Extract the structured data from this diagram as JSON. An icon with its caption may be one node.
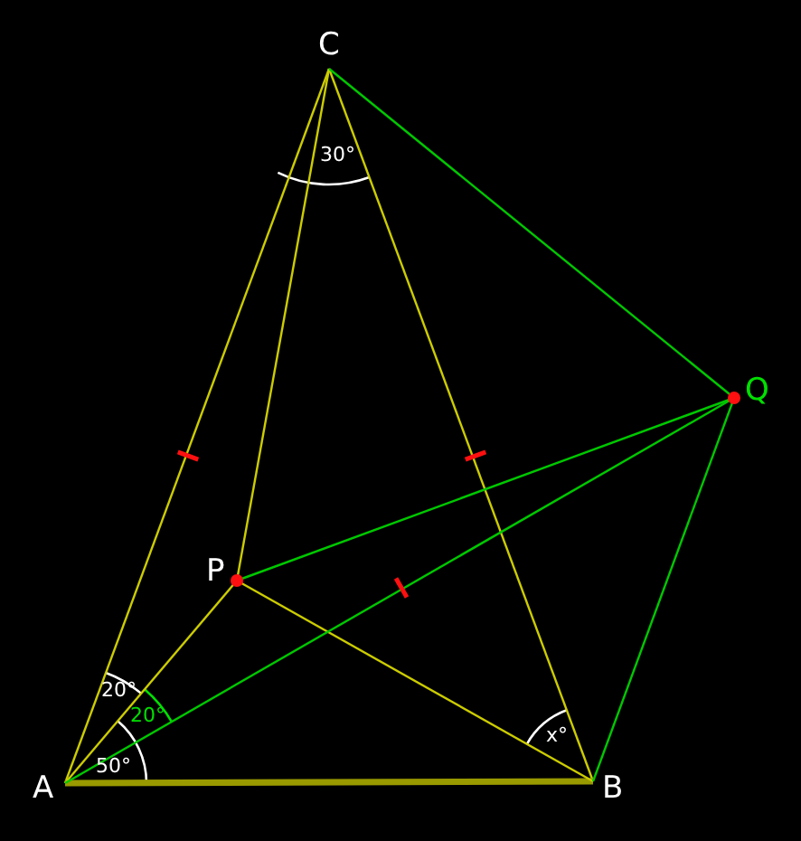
{
  "diagram": {
    "nodes": [
      {
        "text": [
          "A"
        ]
      },
      {
        "text": [
          "B"
        ]
      },
      {
        "text": [
          "C"
        ]
      },
      {
        "text": [
          "P"
        ]
      },
      {
        "text": [
          "Q"
        ]
      }
    ],
    "edges": [
      {
        "from": 0,
        "to": 2,
        "arrow": "none"
      },
      {
        "from": 2,
        "to": 1,
        "arrow": "none"
      },
      {
        "from": 0,
        "to": 1,
        "arrow": "none",
        "style": "thick",
        "color": "#999900"
      },
      {
        "from": 0,
        "to": 3,
        "arrow": "none"
      },
      {
        "from": 3,
        "to": 2,
        "arrow": "none"
      },
      {
        "from": 3,
        "to": 1,
        "arrow": "none"
      },
      {
        "from": 3,
        "to": 4,
        "arrow": "none",
        "color": "#00c800"
      },
      {
        "from": 0,
        "to": 4,
        "arrow": "none",
        "color": "#00c800"
      },
      {
        "from": 2,
        "to": 4,
        "arrow": "none",
        "color": "#00c800"
      },
      {
        "from": 1,
        "to": 4,
        "arrow": "none",
        "color": "#00c800"
      }
    ],
    "labels": [
      "30°",
      "20°",
      "20°",
      "x°",
      "50°"
    ]
  }
}
